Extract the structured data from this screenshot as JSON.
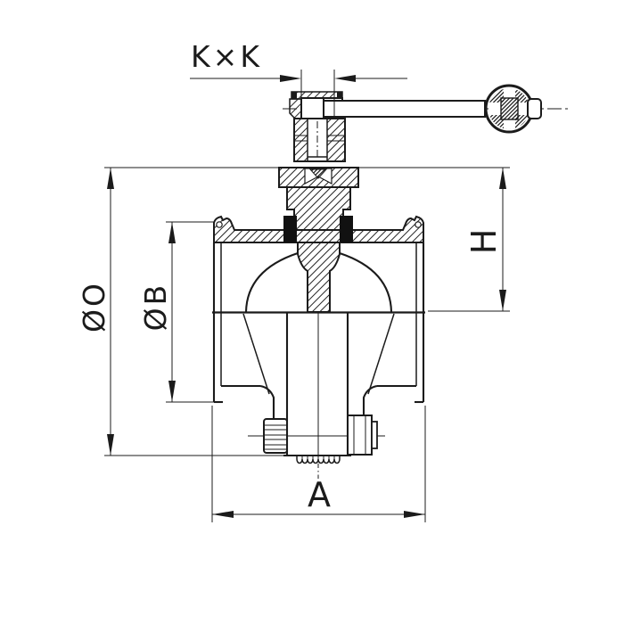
{
  "drawing": {
    "labels": {
      "kxk": "K×K",
      "diameter_o": "ØO",
      "diameter_b": "ØB",
      "height_h": "H",
      "width_a": "A"
    },
    "colors": {
      "line": "#1b1b1b",
      "background": "#ffffff"
    }
  }
}
